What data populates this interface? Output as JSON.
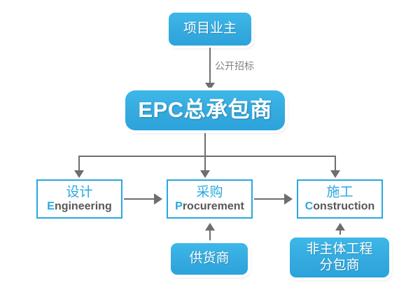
{
  "diagram": {
    "title_text": "EPC总承包商",
    "nodes": {
      "owner": {
        "label": "项目业主",
        "type": "filled"
      },
      "epc": {
        "label": "EPC总承包商",
        "type": "filled"
      },
      "engineering": {
        "cn": "设计",
        "en_lead": "E",
        "en_rest": "ngineering",
        "type": "outline"
      },
      "procurement": {
        "cn": "采购",
        "en_lead": "P",
        "en_rest": "rocurement",
        "type": "outline"
      },
      "construction": {
        "cn": "施工",
        "en_lead": "C",
        "en_rest": "onstruction",
        "type": "outline"
      },
      "supplier": {
        "label": "供货商",
        "type": "filled"
      },
      "subcontractor": {
        "line1": "非主体工程",
        "line2": "分包商",
        "type": "filled"
      }
    },
    "edges": {
      "owner_to_epc_label": "公开招标"
    },
    "colors": {
      "accent_blue": "#29a8e0",
      "node_fill_top": "#3db7e8",
      "node_fill_bottom": "#2ba3db",
      "connector_gray": "#6d6e70",
      "english_text_gray": "#58585a",
      "label_gray": "#808285",
      "background": "#ffffff"
    }
  }
}
